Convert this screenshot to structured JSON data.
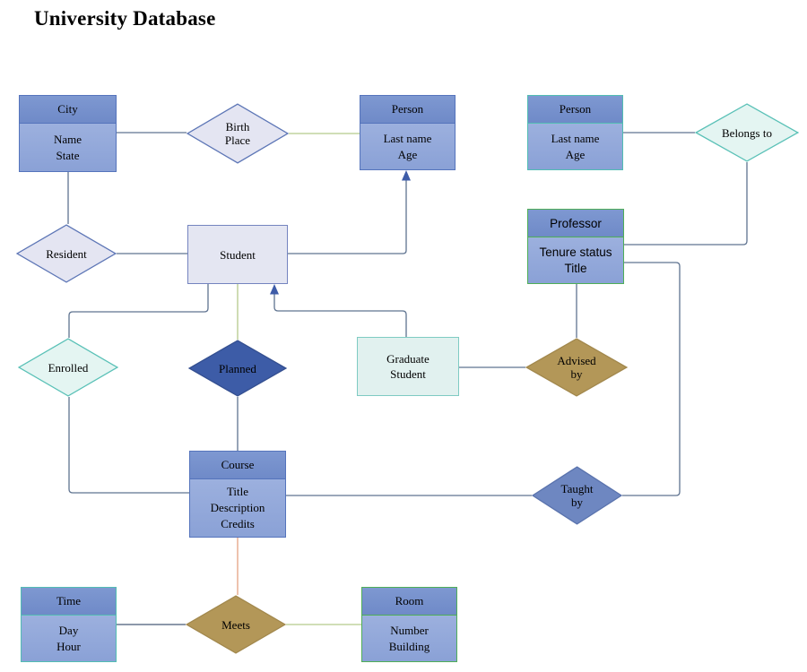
{
  "title": "University Database",
  "colors": {
    "header_top": "#7e98d1",
    "header_bottom": "#6f8ac8",
    "body_top": "#9cb0de",
    "body_bottom": "#8aa1d6",
    "border_blue": "#5574bc",
    "border_teal": "#52bdb3",
    "border_green": "#4fae57",
    "student_fill": "#e4e6f2",
    "student_border": "#7484bf",
    "grad_fill": "#e1f1ef",
    "grad_border": "#7ecbc3",
    "lavender_fill": "#e4e5f2",
    "lavender_border": "#5d76b6",
    "cyan_fill": "#e4f5f2",
    "cyan_border": "#5ac1b7",
    "dark_fill": "#3d5ca7",
    "dark_border": "#344f90",
    "gold_fill": "#b39758",
    "gold_border": "#a2884d",
    "blue_fill": "#6e87c1",
    "blue_border": "#5a73ad",
    "line_slate": "#5f7390",
    "line_olive": "#b5c98c",
    "line_salmon": "#e5a183",
    "line_dark": "#485a78",
    "arrow": "#3e5ca8",
    "text": "#000000"
  },
  "entities": {
    "city": {
      "name": "City",
      "attrs": [
        "Name",
        "State"
      ]
    },
    "person_left": {
      "name": "Person",
      "attrs": [
        "Last name",
        "Age"
      ]
    },
    "person_right": {
      "name": "Person",
      "attrs": [
        "Last name",
        "Age"
      ]
    },
    "professor": {
      "name": "Professor",
      "attrs": [
        "Tenure status",
        "Title"
      ]
    },
    "student": {
      "name": "Student"
    },
    "grad_student": {
      "name": "Graduate Student"
    },
    "course": {
      "name": "Course",
      "attrs": [
        "Title",
        "Description",
        "Credits"
      ]
    },
    "time": {
      "name": "Time",
      "attrs": [
        "Day",
        "Hour"
      ]
    },
    "room": {
      "name": "Room",
      "attrs": [
        "Number",
        "Building"
      ]
    }
  },
  "relationships": {
    "birth_place": "Birth Place",
    "belongs_to": "Belongs to",
    "resident": "Resident",
    "enrolled": "Enrolled",
    "planned": "Planned",
    "advised_by": "Advised by",
    "taught_by": "Taught by",
    "meets": "Meets"
  }
}
